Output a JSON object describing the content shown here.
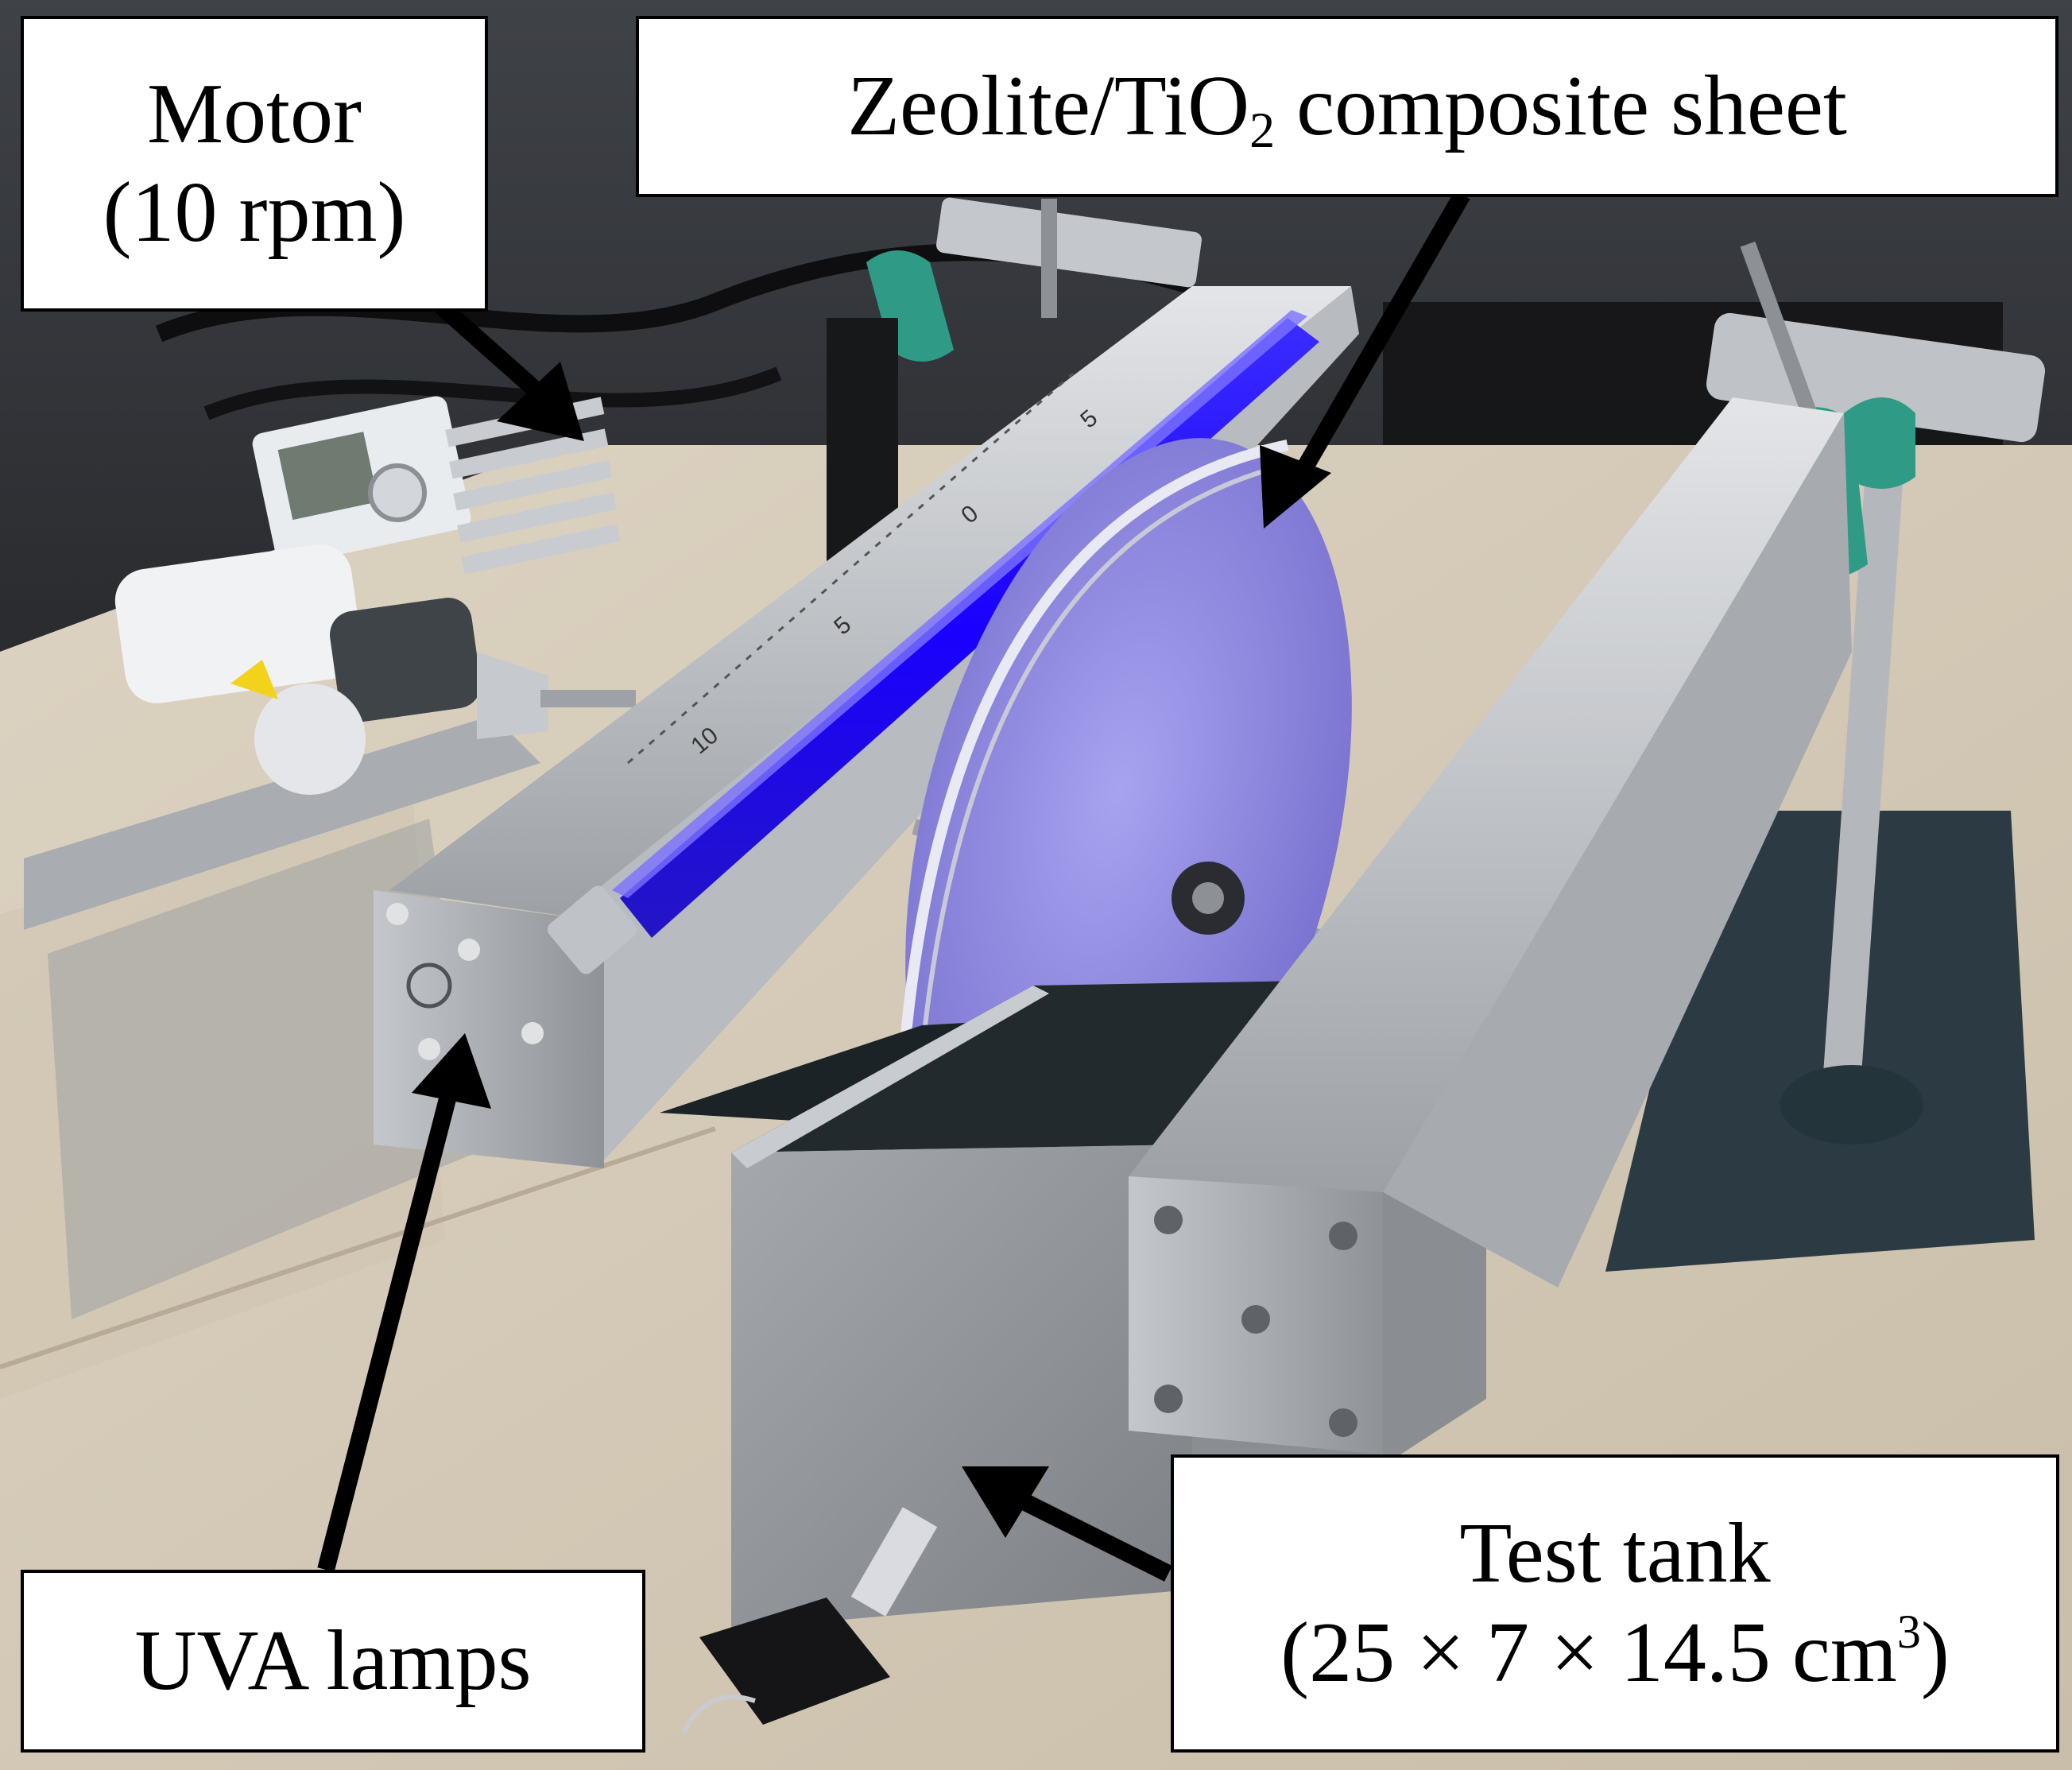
{
  "figure": {
    "labels": {
      "motor": {
        "line1": "Motor",
        "line2": "(10 rpm)"
      },
      "zeolite": {
        "prefix": "Zeolite/TiO",
        "subscript": "2",
        "suffix": " composite sheet"
      },
      "uva": {
        "text": "UVA lamps"
      },
      "tank": {
        "line1": "Test tank",
        "line2_prefix": "(25 × 7 × 14.5 cm",
        "line2_superscript": "3",
        "line2_suffix": ")"
      }
    },
    "scale_numbers": [
      "5",
      "0",
      "5",
      "10"
    ],
    "colors": {
      "background": "#ffffff",
      "label_border": "#000000",
      "uva_glow": "#2a10ff",
      "sheet": "#8a84e6",
      "steel": "#b9bcc0",
      "table": "#d8cdbb"
    }
  }
}
